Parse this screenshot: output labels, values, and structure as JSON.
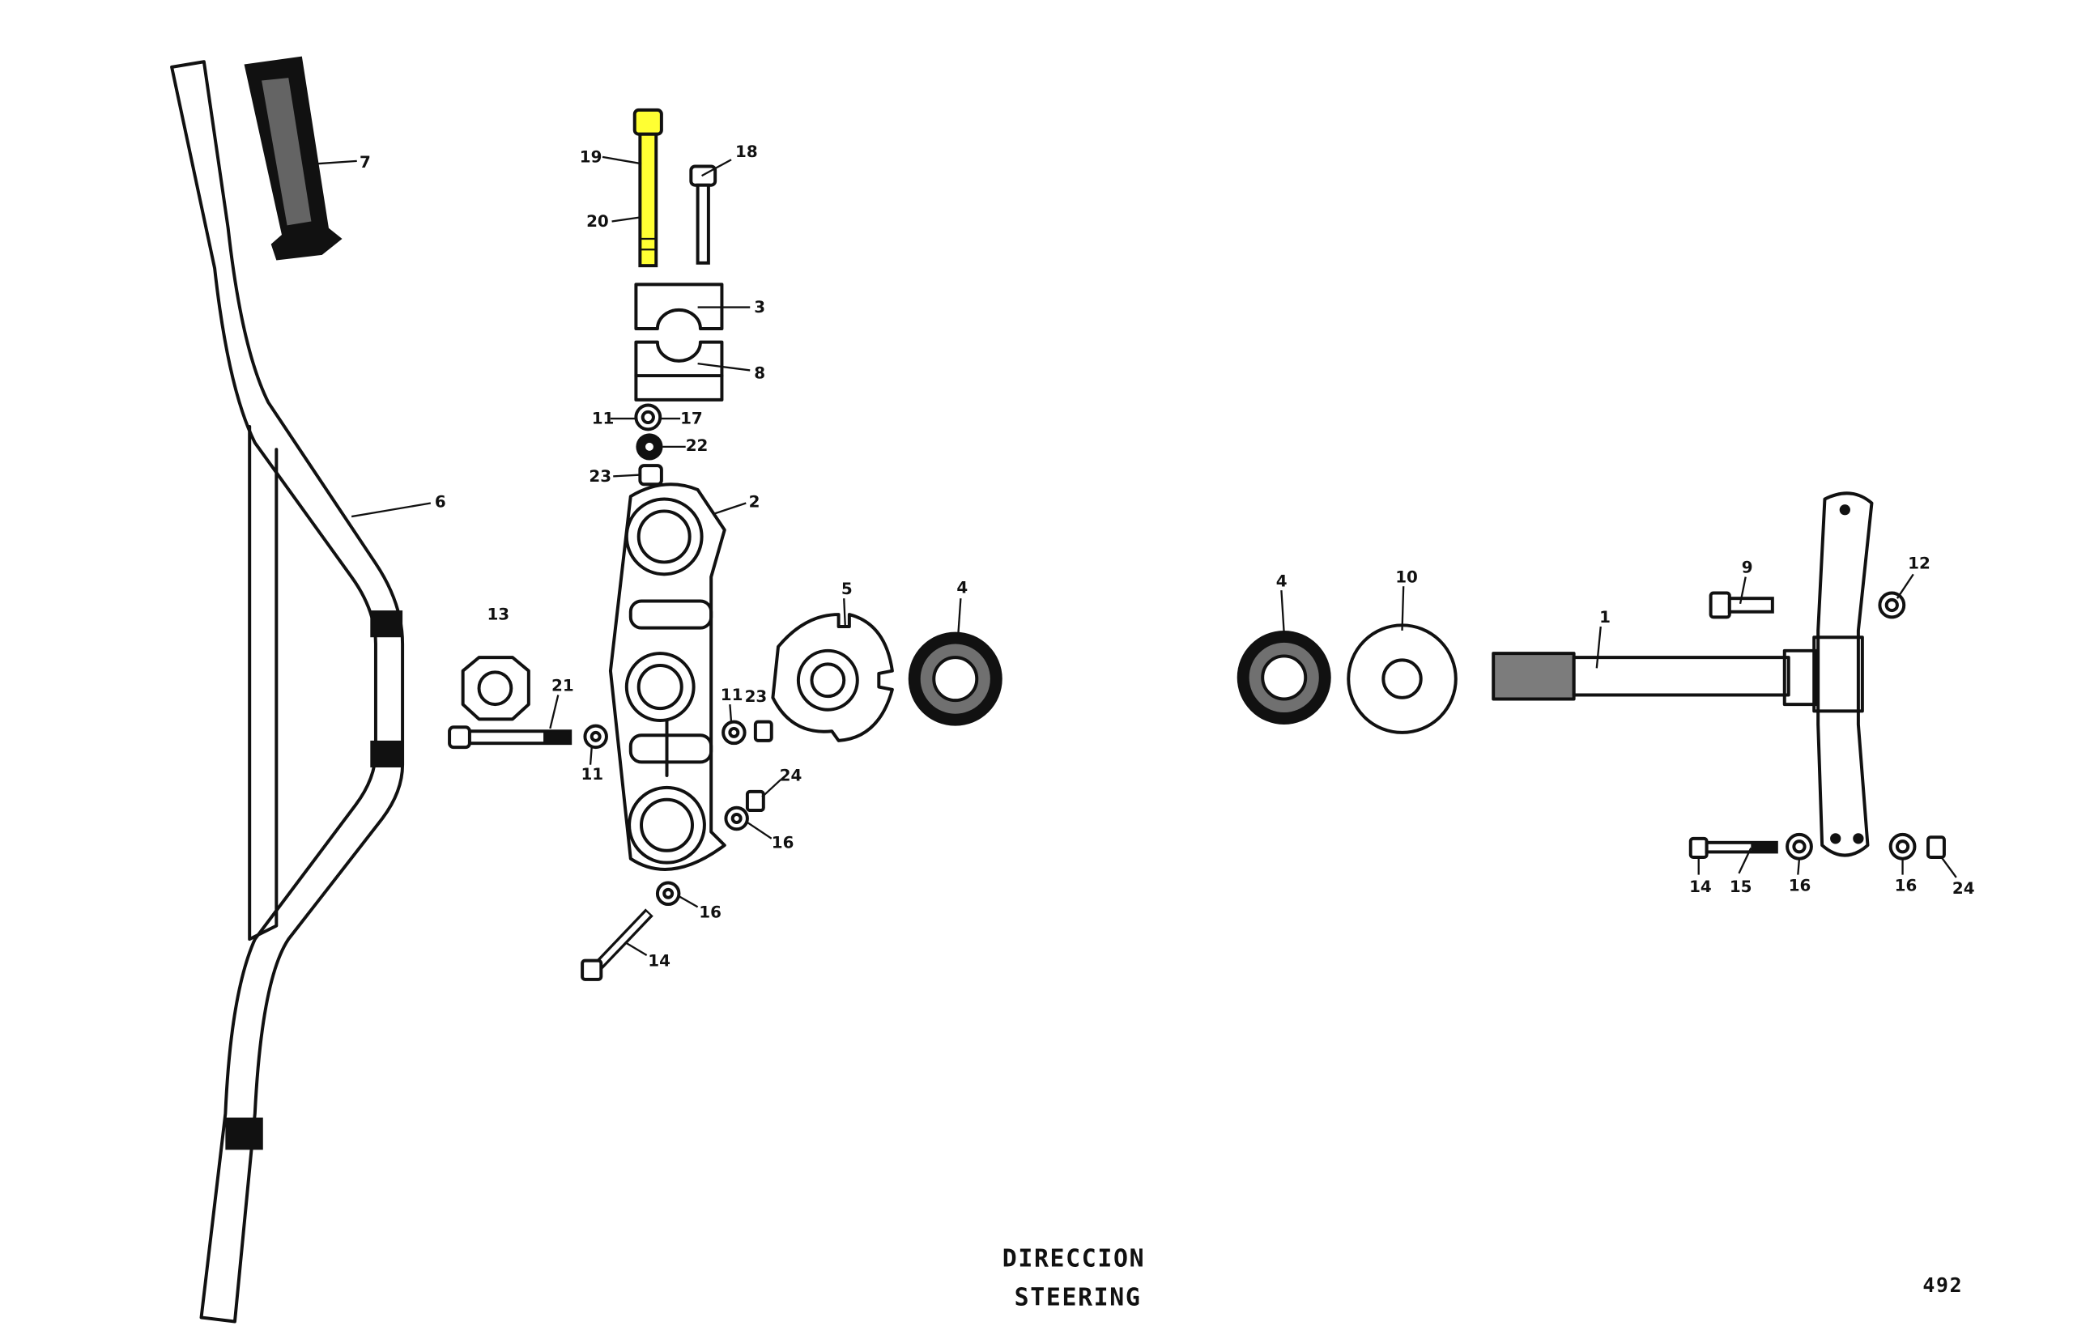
{
  "diagram": {
    "title_es": "DIRECCION",
    "title_en": "STEERING",
    "page_number": "492",
    "highlight_color": "#ffff33",
    "callouts": [
      "7",
      "19",
      "18",
      "20",
      "3",
      "8",
      "11",
      "17",
      "22",
      "23",
      "2",
      "6",
      "13",
      "5",
      "4",
      "21",
      "11",
      "23",
      "11",
      "24",
      "16",
      "16",
      "14",
      "4",
      "10",
      "1",
      "9",
      "12",
      "14",
      "15",
      "16",
      "16",
      "24"
    ]
  }
}
